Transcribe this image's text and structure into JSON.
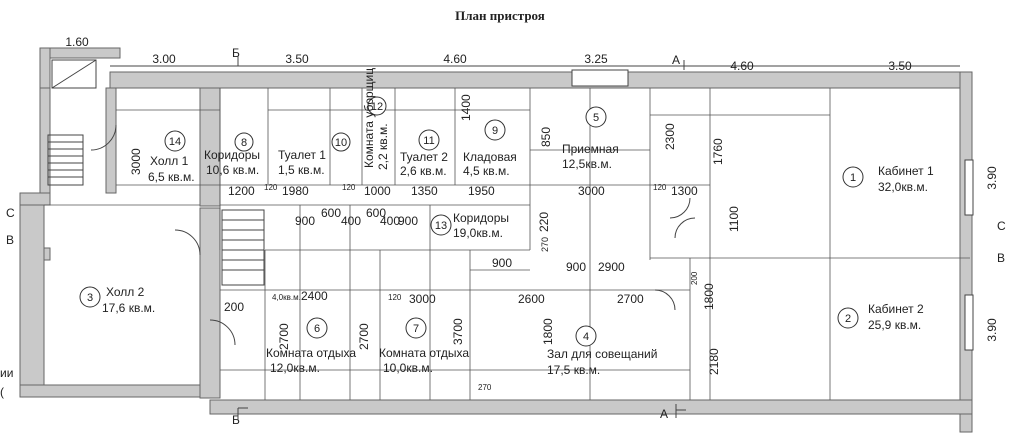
{
  "title": "План пристроя",
  "top_dims": [
    "1.60",
    "3.00",
    "3.50",
    "4.60",
    "3.25",
    "4.60",
    "3.50"
  ],
  "side_dims": {
    "right_top": "3.90",
    "right_bottom": "3.90"
  },
  "section_marks": {
    "A": "А",
    "B": "Б",
    "C": "С",
    "V": "В"
  },
  "rooms": [
    {
      "num": "14",
      "name": "Холл 1",
      "area": "6,5 кв.м."
    },
    {
      "num": "8",
      "name": "Коридоры",
      "area": "10,6 кв.м."
    },
    {
      "num": "10",
      "name": "Туалет 1",
      "area": "1,5 кв.м."
    },
    {
      "num": "12",
      "name": "Комната уборщиц",
      "area": "2,2 кв.м."
    },
    {
      "num": "11",
      "name": "Туалет 2",
      "area": "2,6 кв.м."
    },
    {
      "num": "9",
      "name": "Кладовая",
      "area": "4,5 кв.м."
    },
    {
      "num": "5",
      "name": "Приемная",
      "area": "12,5кв.м."
    },
    {
      "num": "1",
      "name": "Кабинет 1",
      "area": "32,0кв.м."
    },
    {
      "num": "13",
      "name": "Коридоры",
      "area": "19,0кв.м."
    },
    {
      "num": "3",
      "name": "Холл 2",
      "area": "17,6 кв.м."
    },
    {
      "num": "6",
      "name": "Комната отдыха",
      "area": "12,0кв.м."
    },
    {
      "num": "7",
      "name": "Комната отдыха",
      "area": "10,0кв.м."
    },
    {
      "num": "4",
      "name": "Зал для совещаний",
      "area": "17,5 кв.м."
    },
    {
      "num": "2",
      "name": "Кабинет 2",
      "area": "25,9 кв.м."
    }
  ],
  "inner_dims": [
    "3000",
    "1200",
    "1980",
    "1000",
    "1350",
    "1950",
    "3000",
    "1300",
    "900",
    "600",
    "400",
    "600",
    "400",
    "900",
    "900",
    "900",
    "2900",
    "2400",
    "3000",
    "2600",
    "2700",
    "2700",
    "2700",
    "3700",
    "1800",
    "2180",
    "1760",
    "1100",
    "1800",
    "2300",
    "850",
    "1400",
    "220",
    "270",
    "120",
    "120",
    "120",
    "270",
    "120",
    "4,0кв.м.",
    "200",
    "200"
  ],
  "margin_text": [
    "ии",
    "("
  ]
}
